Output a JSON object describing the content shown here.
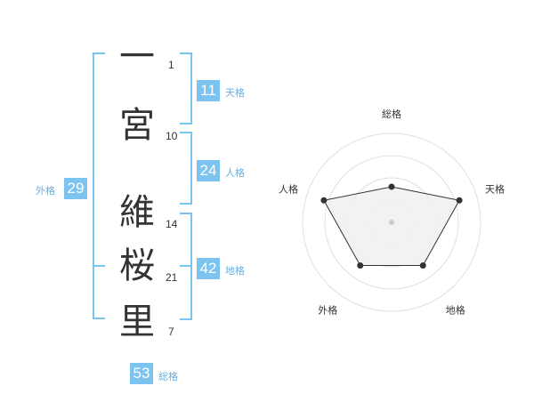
{
  "name": {
    "chars": [
      {
        "char": "一",
        "strokes": "1"
      },
      {
        "char": "宮",
        "strokes": "10"
      },
      {
        "char": "維",
        "strokes": "14"
      },
      {
        "char": "桜",
        "strokes": "21"
      },
      {
        "char": "里",
        "strokes": "7"
      }
    ]
  },
  "kakusu": {
    "tenkaku": {
      "value": "11",
      "label": "天格"
    },
    "jinkaku": {
      "value": "24",
      "label": "人格"
    },
    "chikaku": {
      "value": "42",
      "label": "地格"
    },
    "gaikaku": {
      "value": "29",
      "label": "外格"
    },
    "soukaku": {
      "value": "53",
      "label": "総格"
    }
  },
  "chart_data": {
    "type": "radar",
    "axes": [
      "総格",
      "天格",
      "地格",
      "外格",
      "人格"
    ],
    "values": [
      2,
      4,
      3,
      3,
      4
    ],
    "max": 5,
    "rings": 4,
    "colors": {
      "fill": "#f0f0f0",
      "line": "#333333",
      "ring": "#e0e0e0"
    }
  },
  "colors": {
    "accent": "#7cc3ef",
    "accent_text": "#6aaee0"
  }
}
